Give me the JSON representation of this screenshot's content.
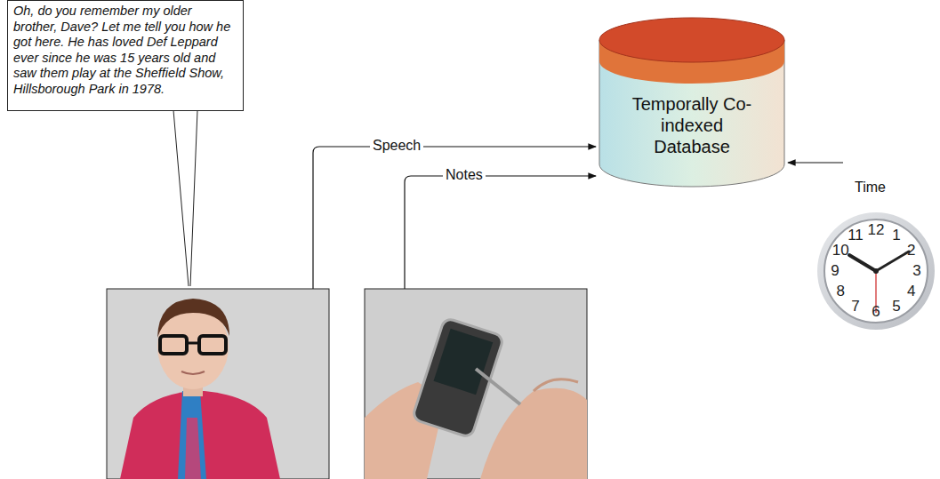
{
  "diagram": {
    "nodes": [
      {
        "text": [
          "Oh, do you remember my older brother, Dave? Let me tell you how he got here. He has loved Def Leppard ever since he was 15 years old and saw them play at the Sheffield Show, Hillsborough Park in 1978."
        ]
      },
      {
        "text": [
          "Temporally Co-indexed Database"
        ]
      }
    ],
    "labels": [
      "Speech",
      "Notes",
      "Time",
      "12",
      "1",
      "2",
      "3",
      "4",
      "5",
      "6",
      "7",
      "8",
      "9",
      "10",
      "11"
    ]
  }
}
